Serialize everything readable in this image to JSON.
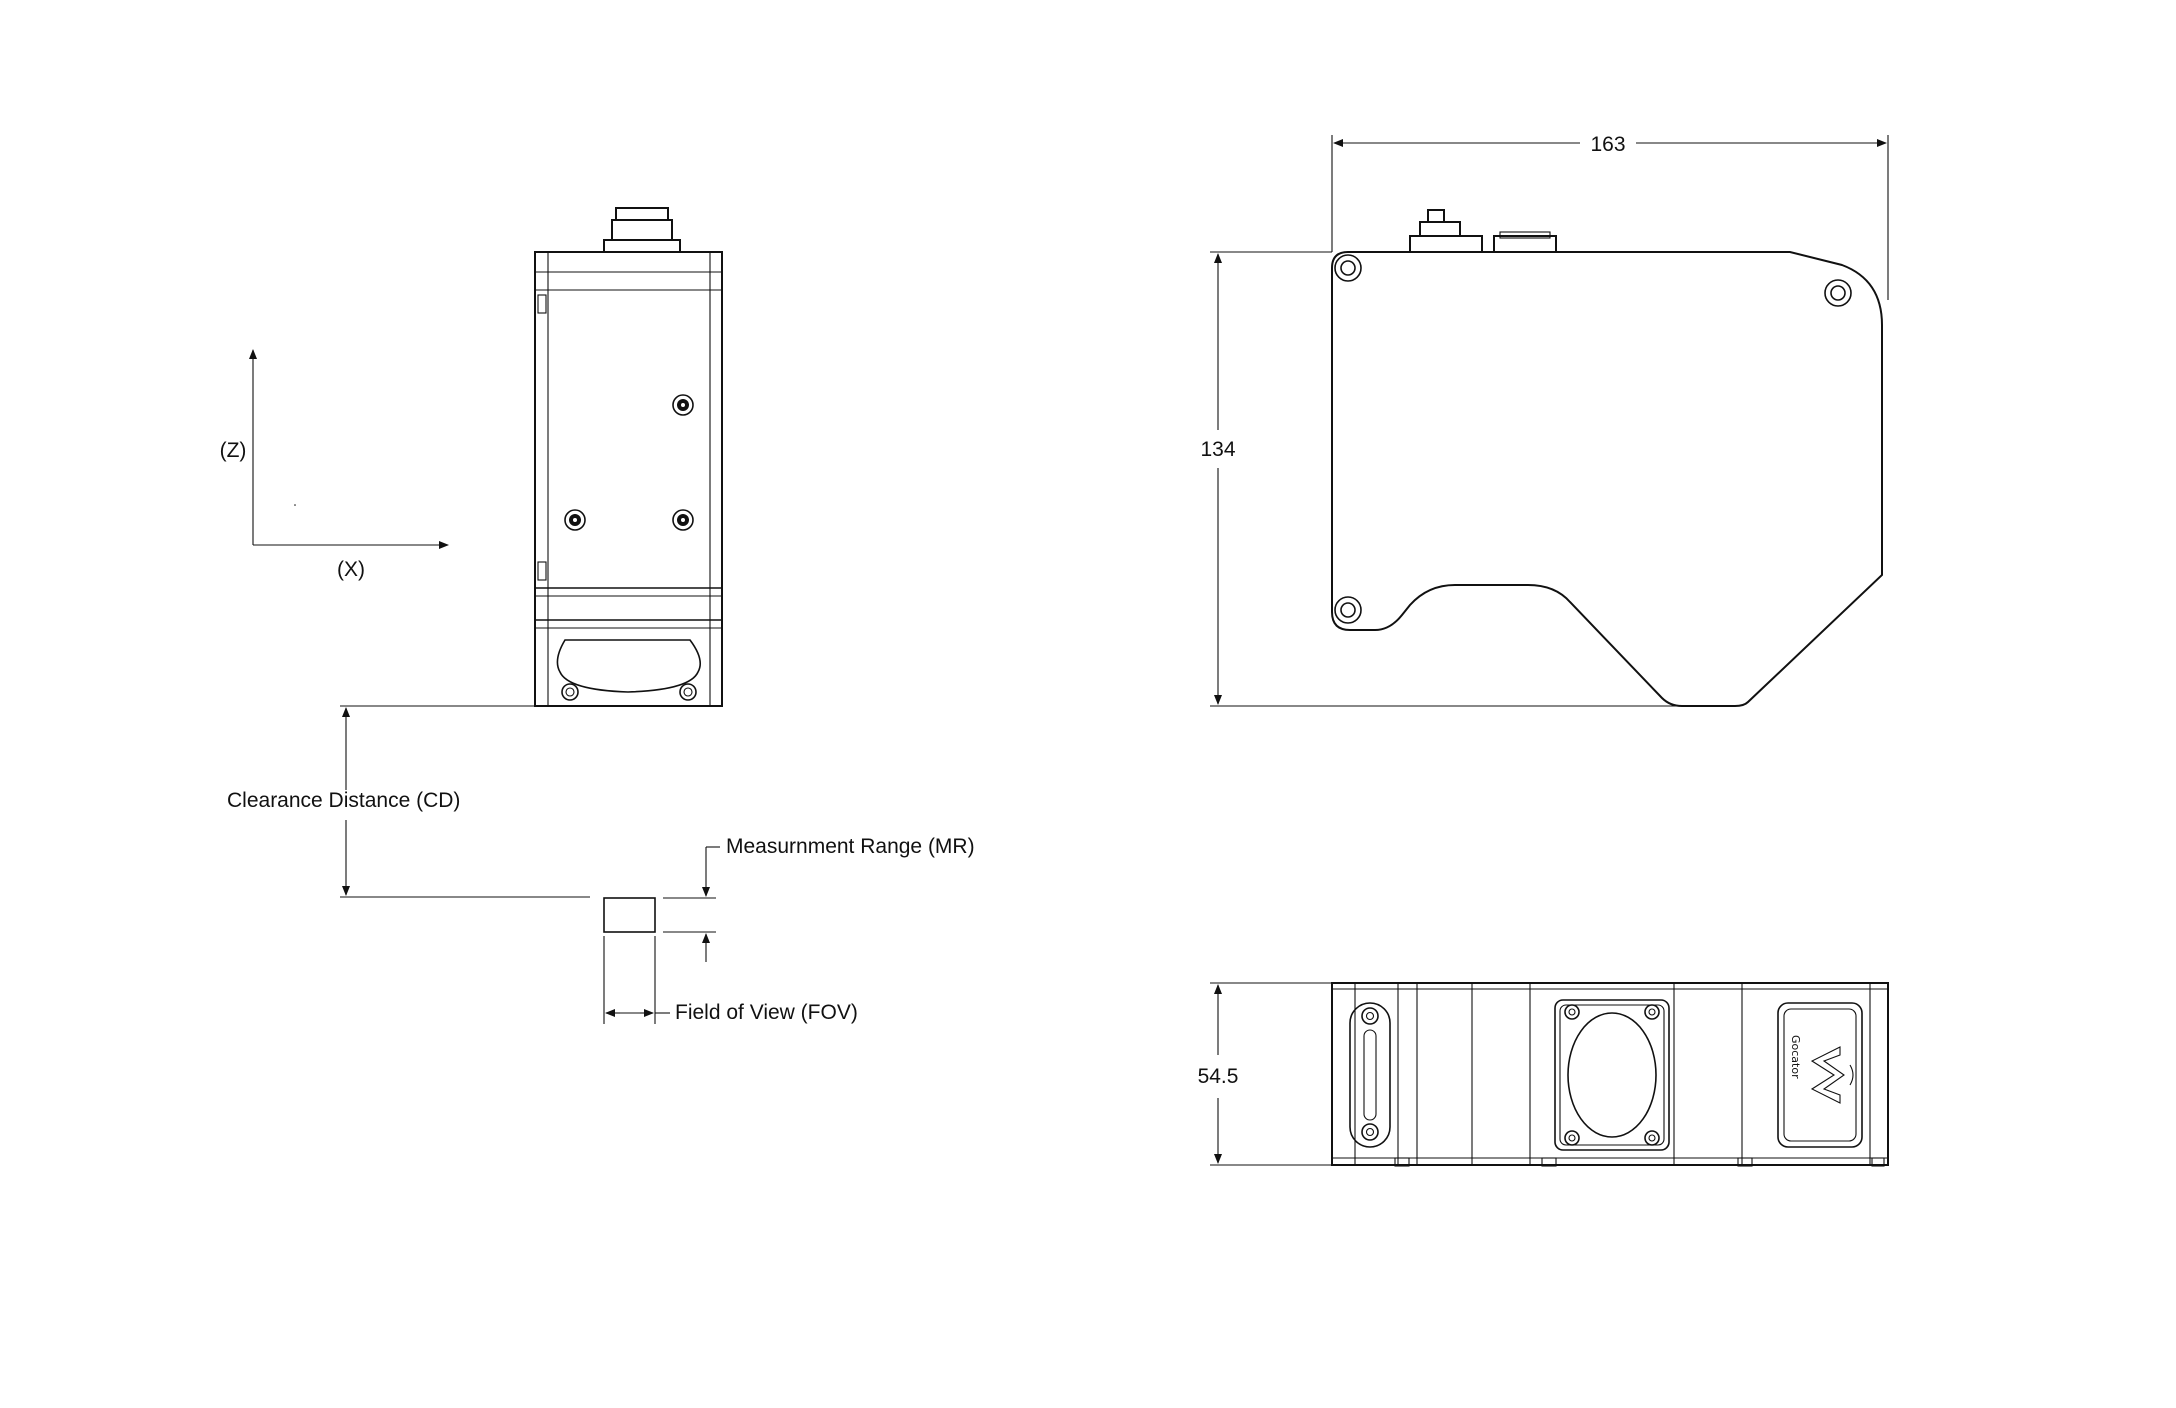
{
  "axes": {
    "z_label": "(Z)",
    "x_label": "(X)"
  },
  "annotations": {
    "clearance_distance": "Clearance Distance (CD)",
    "measurement_range": "Measurnment Range (MR)",
    "field_of_view": "Field of View (FOV)"
  },
  "dimensions": {
    "width": "163",
    "height": "134",
    "depth": "54.5"
  },
  "logo_text": "Gocator"
}
